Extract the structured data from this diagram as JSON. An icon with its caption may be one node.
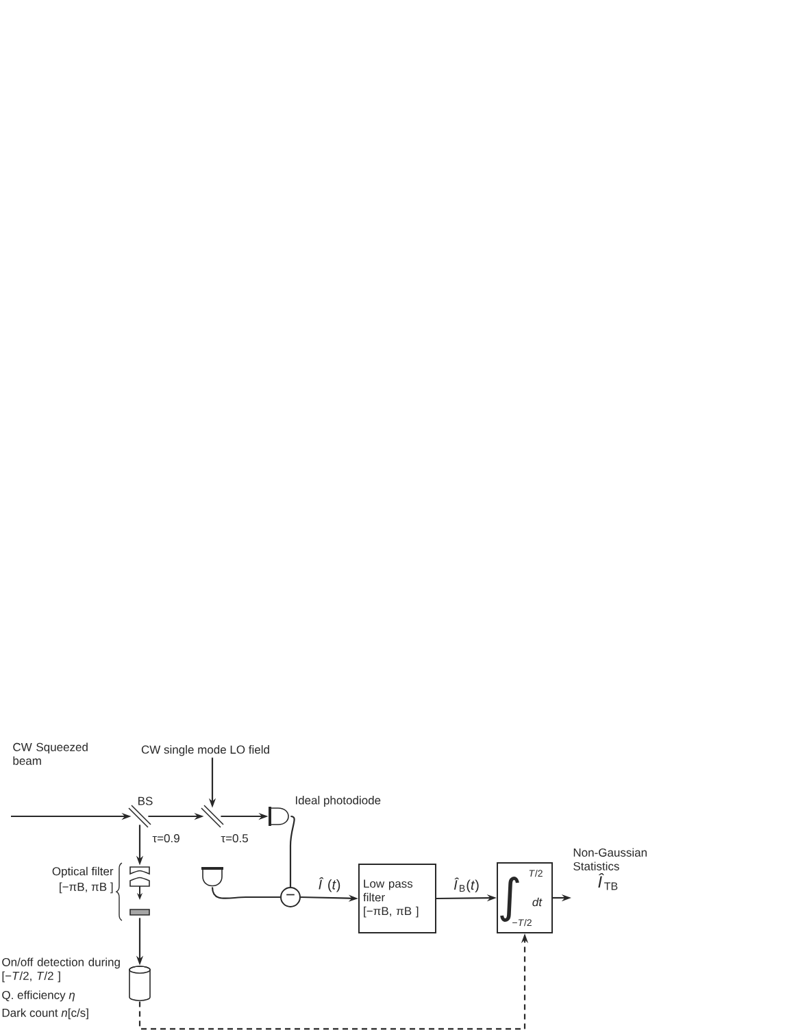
{
  "diagram": {
    "nodes": [
      {
        "text": [
          "CW Squeezed beam"
        ]
      },
      {
        "text": [
          "BS"
        ],
        "beside": [
          "τ=0.9"
        ]
      },
      {
        "text": [
          "CW single mode LO field"
        ]
      },
      {
        "text": [],
        "shape": "mirror",
        "beside": [
          "τ=0.5"
        ]
      },
      {
        "text": [],
        "shape": "detector",
        "beside": [
          "Ideal photodiode"
        ]
      },
      {
        "text": [],
        "shape": "detector"
      },
      {
        "text": [
          "−"
        ]
      },
      {
        "text": [
          "Low pass filter",
          "[−πB, πB ]"
        ]
      },
      {
        "text": [
          "∫",
          "*T*/2",
          "*dt*",
          "−*T*/2"
        ]
      },
      {
        "text": [
          "Non-Gaussian Statistics",
          "*Î*$_{TB}$"
        ]
      },
      {
        "text": [],
        "shape": "filter",
        "beside": [
          "Optical filter",
          "[−πB, πB ]"
        ]
      },
      {
        "text": [],
        "shape": "cylinder",
        "beside": [
          "On/off detection during [−*T*/2, *T*/2 ]",
          "Q. efficiency *η*",
          "Dark count *n*[c/s]"
        ]
      }
    ],
    "edges": [
      {
        "from": 0,
        "to": 1,
        "arrow": "to"
      },
      {
        "from": 1,
        "to": 3,
        "arrow": "to"
      },
      {
        "from": 2,
        "to": 3,
        "arrow": "to"
      },
      {
        "from": 3,
        "to": 4,
        "arrow": "to"
      },
      {
        "from": 4,
        "to": 6,
        "arrow": "none"
      },
      {
        "from": 5,
        "to": 6,
        "arrow": "none"
      },
      {
        "from": 6,
        "to": 7,
        "arrow": "to",
        "label": "*Î* (*t*)"
      },
      {
        "from": 7,
        "to": 8,
        "arrow": "to",
        "label": "*Î*$_{B}$(*t*)"
      },
      {
        "from": 8,
        "to": 9,
        "arrow": "to"
      },
      {
        "from": 1,
        "to": 10,
        "arrow": "to"
      },
      {
        "from": 10,
        "to": 11,
        "arrow": "to"
      },
      {
        "from": 11,
        "to": 8,
        "arrow": "to",
        "style": "dashed"
      }
    ]
  }
}
